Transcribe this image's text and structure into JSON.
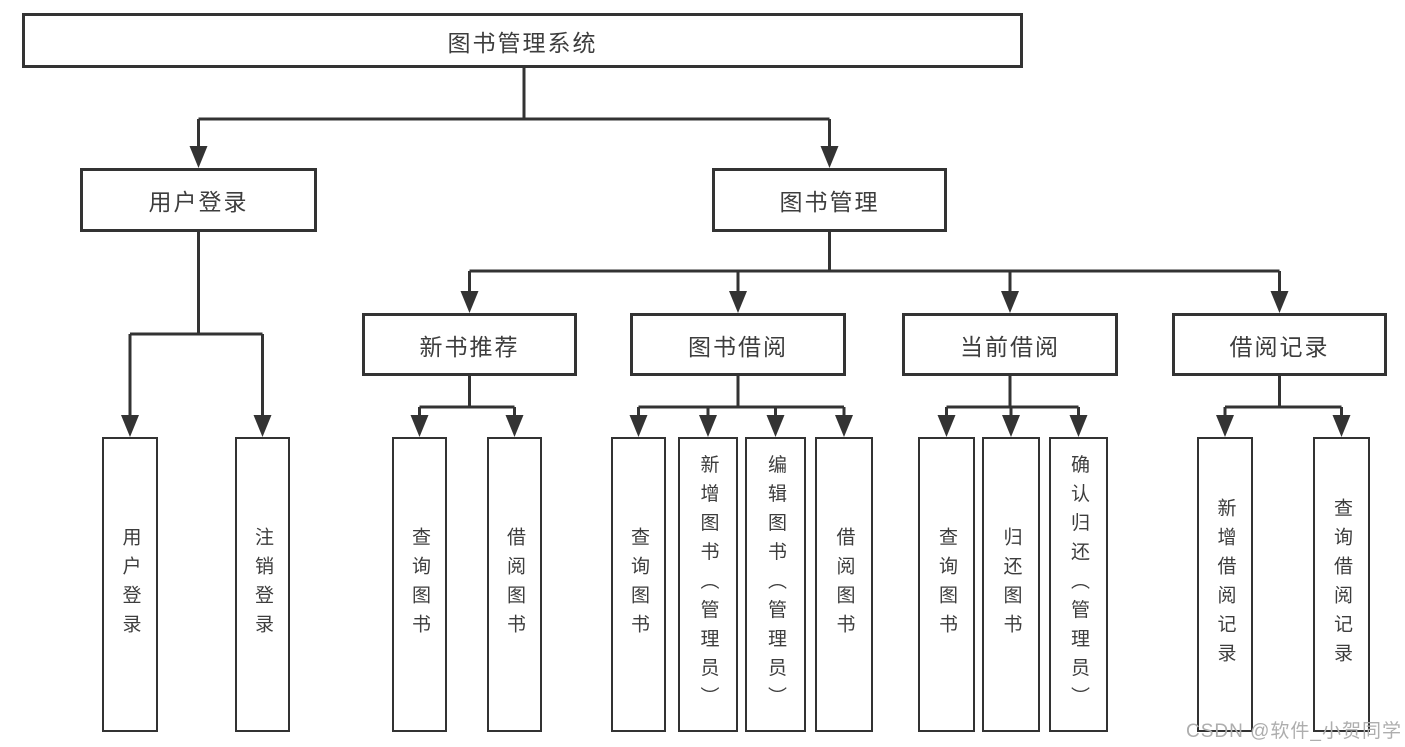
{
  "diagram": {
    "root": {
      "label": "图书管理系统"
    },
    "branches": [
      {
        "label": "用户登录",
        "children": [
          {
            "label": "用户登录"
          },
          {
            "label": "注销登录"
          }
        ]
      },
      {
        "label": "图书管理",
        "children": [
          {
            "label": "新书推荐",
            "children": [
              {
                "label": "查询图书"
              },
              {
                "label": "借阅图书"
              }
            ]
          },
          {
            "label": "图书借阅",
            "children": [
              {
                "label": "查询图书"
              },
              {
                "label": "新增图书（管理员）"
              },
              {
                "label": "编辑图书（管理员）"
              },
              {
                "label": "借阅图书"
              }
            ]
          },
          {
            "label": "当前借阅",
            "children": [
              {
                "label": "查询图书"
              },
              {
                "label": "归还图书"
              },
              {
                "label": "确认归还（管理员）"
              }
            ]
          },
          {
            "label": "借阅记录",
            "children": [
              {
                "label": "新增借阅记录"
              },
              {
                "label": "查询借阅记录"
              }
            ]
          }
        ]
      }
    ]
  },
  "watermark": {
    "text": "CSDN @软件_小贺同学"
  },
  "colors": {
    "line": "#333333",
    "border": "#333333",
    "text": "#3d3d3d",
    "watermark": "#aeaeae",
    "background": "#ffffff"
  }
}
